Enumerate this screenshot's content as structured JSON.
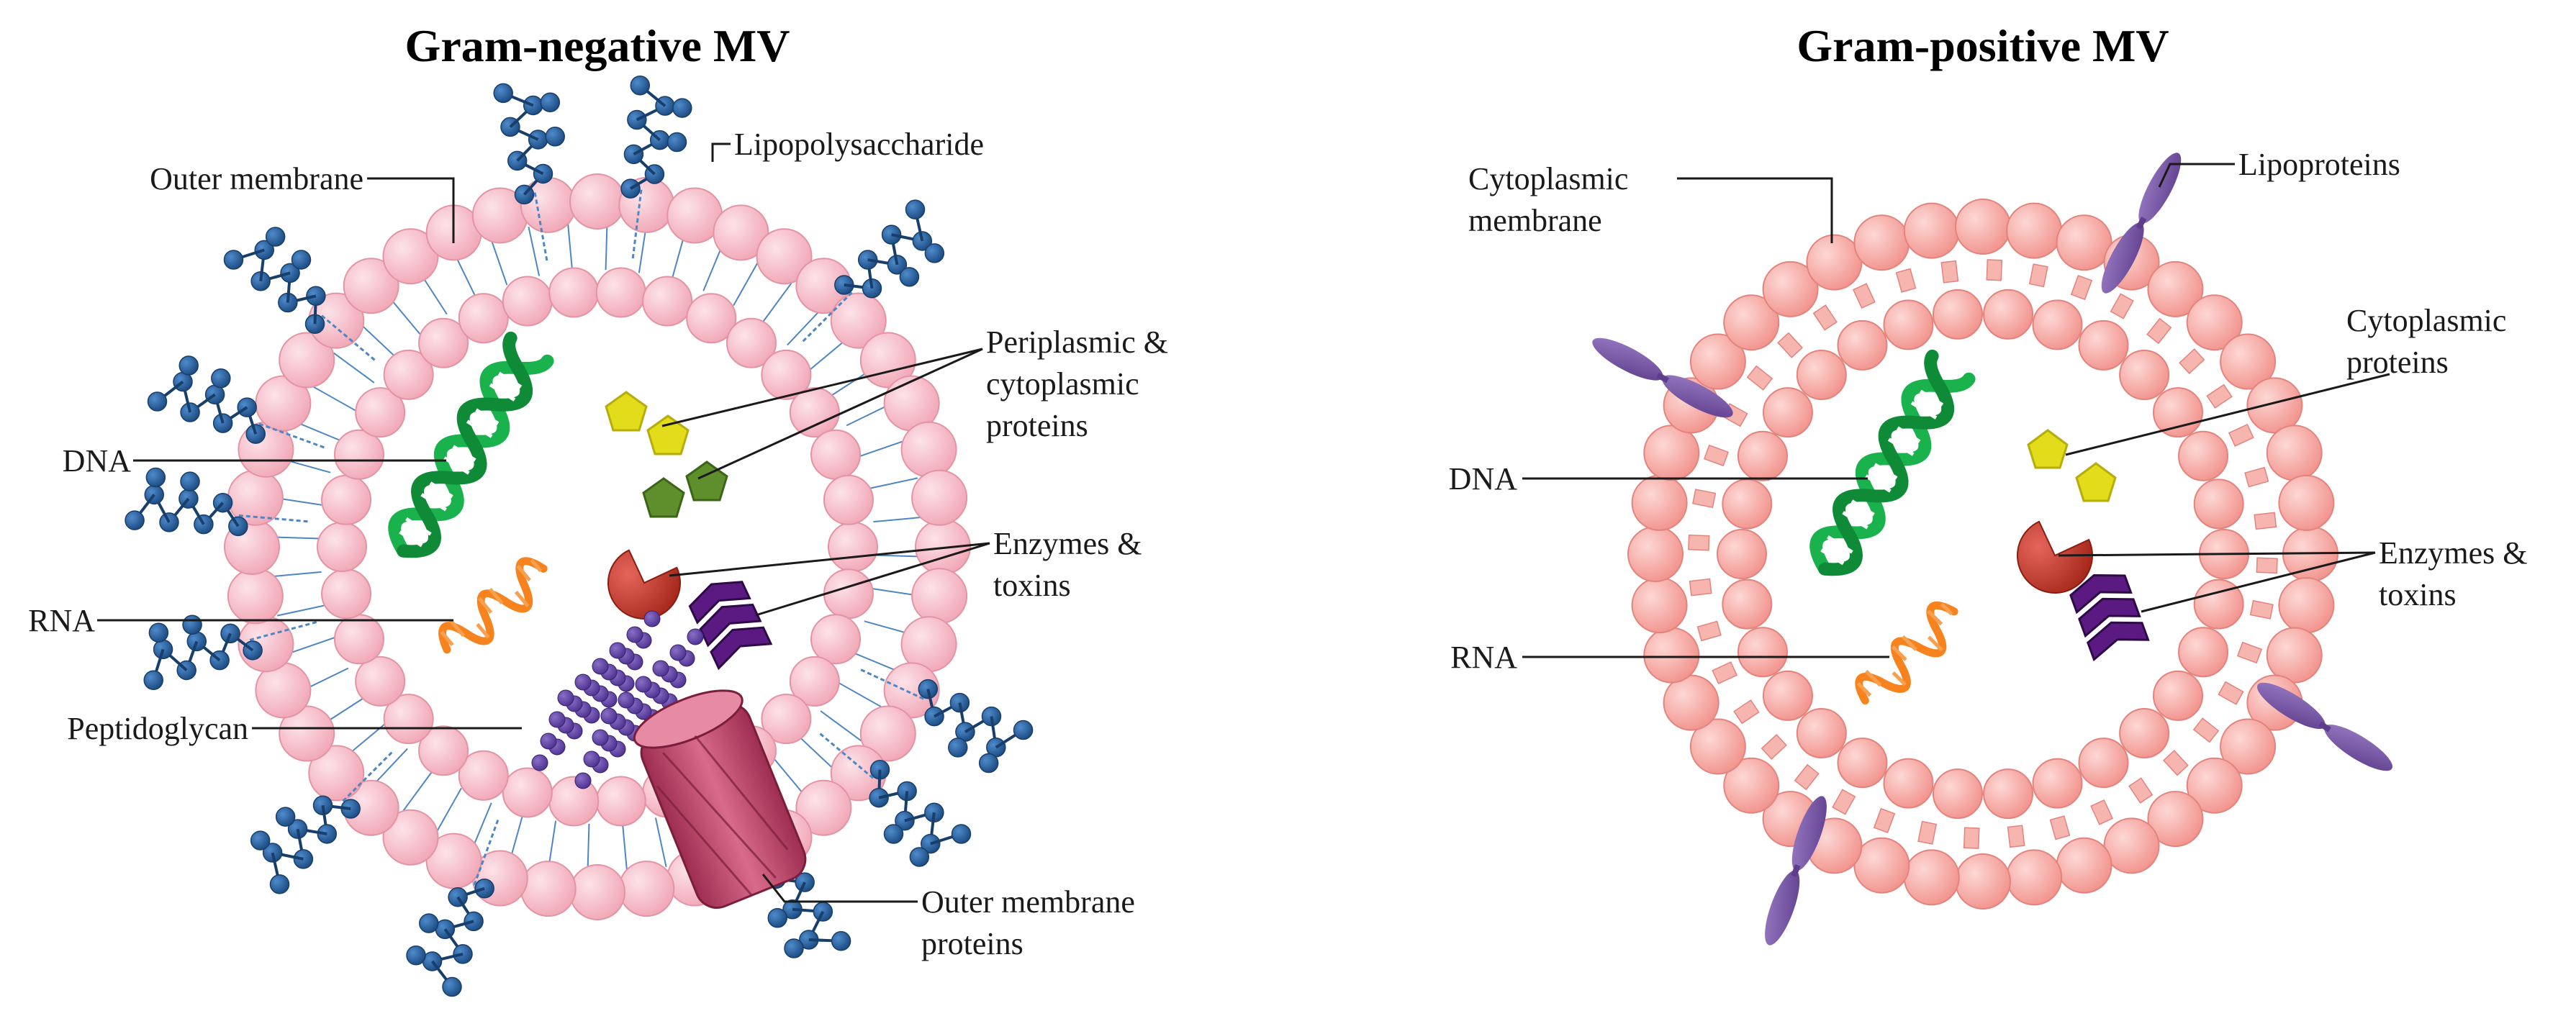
{
  "colors": {
    "lipid_pink": "#f4b7c2",
    "lipid_pink_edge": "#e394a4",
    "gp_lipid": "#f6a9a4",
    "gp_lipid_edge": "#e3837d",
    "tail_blue": "#4e86c4",
    "lps_blue": "#2a5e96",
    "lps_blue_edge": "#183f6b",
    "dna_green": "#19b24c",
    "rna_orange": "#f7831f",
    "enzyme_red": "#c43326",
    "toxin_purple": "#5a1a82",
    "protein_yellow": "#e3dc1a",
    "protein_green": "#5f8e2c",
    "omp_pink": "#c1496c",
    "lipoprotein_purple": "#7a55a3",
    "peptidoglycan_purple": "#6b4fa8"
  },
  "left": {
    "title": "Gram-negative MV",
    "labels": {
      "outer_membrane": "Outer membrane",
      "lps": "Lipopolysaccharide",
      "periplasmic_1": "Periplasmic &",
      "periplasmic_2": "cytoplasmic",
      "periplasmic_3": "proteins",
      "dna": "DNA",
      "rna": "RNA",
      "enzymes_1": "Enzymes &",
      "enzymes_2": "toxins",
      "peptidoglycan": "Peptidoglycan",
      "omp_1": "Outer membrane",
      "omp_2": "proteins"
    }
  },
  "right": {
    "title": "Gram-positive MV",
    "labels": {
      "cyto_membrane_1": "Cytoplasmic",
      "cyto_membrane_2": "membrane",
      "lipoproteins": "Lipoproteins",
      "cyto_proteins_1": "Cytoplasmic",
      "cyto_proteins_2": "proteins",
      "dna": "DNA",
      "rna": "RNA",
      "enzymes_1": "Enzymes &",
      "enzymes_2": "toxins"
    }
  }
}
